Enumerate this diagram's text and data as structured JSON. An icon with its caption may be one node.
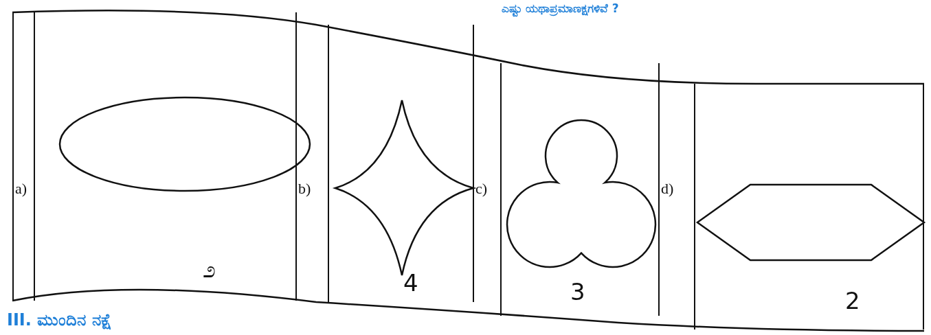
{
  "diagram": {
    "nodes": [
      {
        "text": [
          "a)",
          "೨"
        ]
      },
      {
        "text": [
          "b)",
          "4"
        ]
      },
      {
        "text": [
          "c)",
          "3"
        ]
      },
      {
        "text": [
          "d)",
          "2"
        ]
      },
      {
        "text": [],
        "shape": "ellipse",
        "in": 0
      },
      {
        "text": [],
        "shape": "star",
        "in": 1
      },
      {
        "text": [],
        "shape": "clover",
        "in": 2
      },
      {
        "text": [],
        "shape": "hexagon",
        "in": 3
      }
    ],
    "labels": [
      "ಎಷ್ಟು ಯಥಾಪ್ರಮಾಣಕ್ಷಗಳಿವೆ ?",
      "III. ಮುಂದಿನ ನಕ್ಷೆ"
    ]
  }
}
